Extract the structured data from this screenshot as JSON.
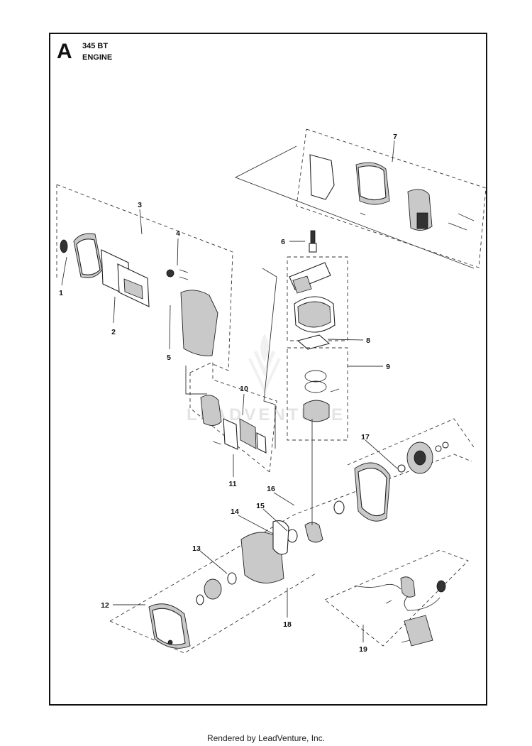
{
  "header": {
    "section_letter": "A",
    "model": "345 BT",
    "assembly": "ENGINE"
  },
  "callouts": [
    {
      "number": "1"
    },
    {
      "number": "2"
    },
    {
      "number": "3"
    },
    {
      "number": "4"
    },
    {
      "number": "5"
    },
    {
      "number": "6"
    },
    {
      "number": "7"
    },
    {
      "number": "8"
    },
    {
      "number": "9"
    },
    {
      "number": "10"
    },
    {
      "number": "11"
    },
    {
      "number": "12"
    },
    {
      "number": "13"
    },
    {
      "number": "14"
    },
    {
      "number": "15"
    },
    {
      "number": "16"
    },
    {
      "number": "17"
    },
    {
      "number": "18"
    },
    {
      "number": "19"
    }
  ],
  "watermark": "LEADVENTURE",
  "footer": {
    "rendered_by": "Rendered by LeadVenture, Inc."
  },
  "colors": {
    "line": "#333333",
    "watermark": "#e2e2e2"
  }
}
